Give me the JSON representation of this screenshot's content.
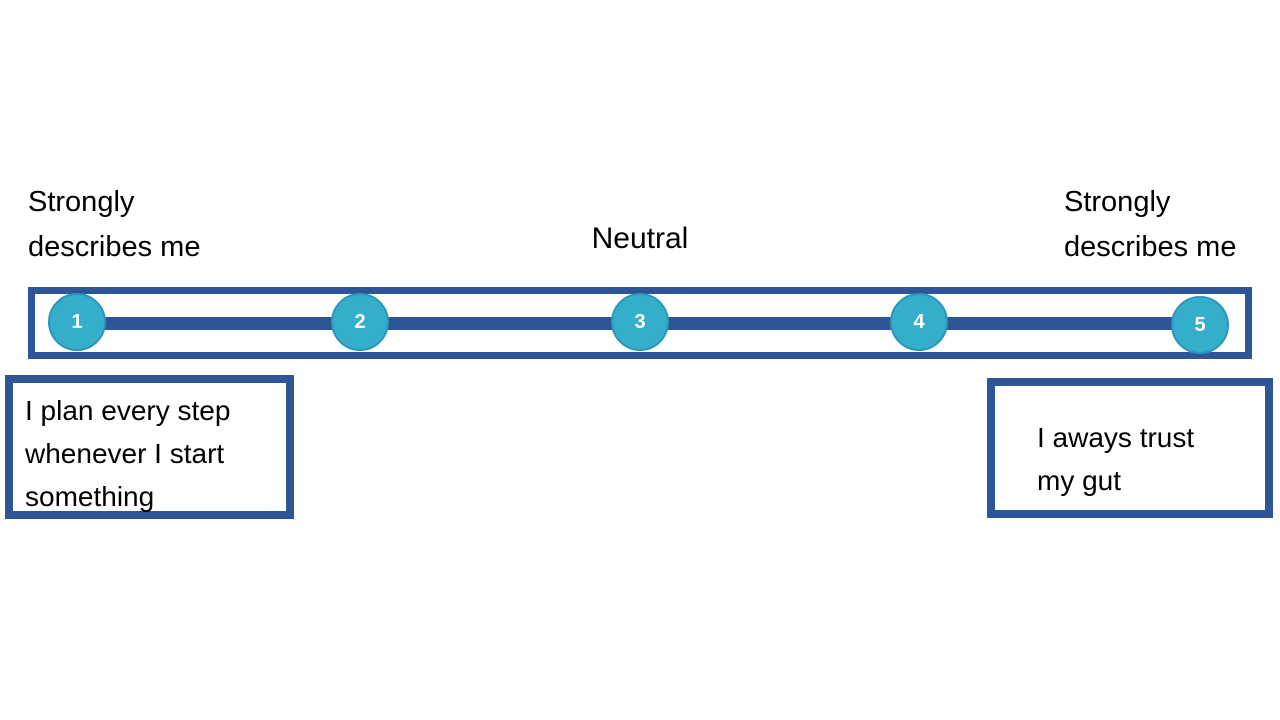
{
  "slide": {
    "type": "likert-scale-diagram",
    "anchors": {
      "left": "Strongly describes me",
      "center": "Neutral",
      "right": "Strongly describes me"
    },
    "scale": {
      "points": [
        {
          "value": "1"
        },
        {
          "value": "2"
        },
        {
          "value": "3"
        },
        {
          "value": "4"
        },
        {
          "value": "5"
        }
      ]
    },
    "statements": {
      "left": "I plan every step whenever I start something",
      "right": "I aways trust my gut"
    },
    "colors": {
      "frame_blue": "#2E5597",
      "circle_teal": "#35AECC",
      "circle_border": "#2B96B8",
      "number_text": "#FFFFFF",
      "label_text": "#000000",
      "background": "#FFFFFF"
    }
  }
}
